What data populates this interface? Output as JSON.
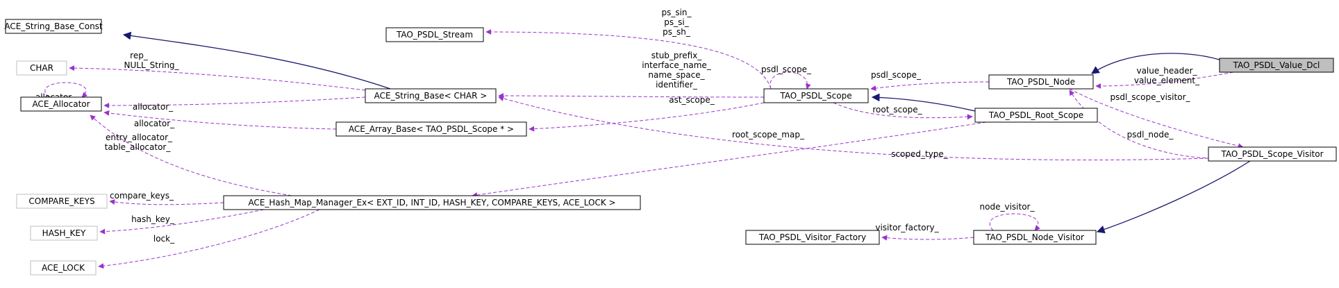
{
  "colors": {
    "background": "#ffffff",
    "node_border": "#000000",
    "node_border_external": "#bfbfbf",
    "highlight_fill": "#bfbfbf",
    "usage_edge": "#9a32cd",
    "inheritance_edge": "#191970"
  },
  "nodes": [
    {
      "id": "ascb",
      "label": "ACE_String_Base_Const"
    },
    {
      "id": "char",
      "label": "CHAR",
      "external": true
    },
    {
      "id": "alloc",
      "label": "ACE_Allocator"
    },
    {
      "id": "ck",
      "label": "COMPARE_KEYS",
      "external": true
    },
    {
      "id": "hk",
      "label": "HASH_KEY",
      "external": true
    },
    {
      "id": "lock",
      "label": "ACE_LOCK",
      "external": true
    },
    {
      "id": "stream",
      "label": "TAO_PSDL_Stream"
    },
    {
      "id": "asb",
      "label": "ACE_String_Base< CHAR >"
    },
    {
      "id": "aab",
      "label": "ACE_Array_Base< TAO_PSDL_Scope * >"
    },
    {
      "id": "hmm",
      "label": "ACE_Hash_Map_Manager_Ex< EXT_ID, INT_ID, HASH_KEY, COMPARE_KEYS, ACE_LOCK >"
    },
    {
      "id": "scope",
      "label": "TAO_PSDL_Scope"
    },
    {
      "id": "node",
      "label": "TAO_PSDL_Node"
    },
    {
      "id": "valdcl",
      "label": "TAO_PSDL_Value_Dcl",
      "highlight": true
    },
    {
      "id": "root",
      "label": "TAO_PSDL_Root_Scope"
    },
    {
      "id": "sv",
      "label": "TAO_PSDL_Scope_Visitor"
    },
    {
      "id": "vf",
      "label": "TAO_PSDL_Visitor_Factory"
    },
    {
      "id": "nv",
      "label": "TAO_PSDL_Node_Visitor"
    }
  ],
  "edges": [
    {
      "kind": "inherit",
      "from": "asb",
      "to": "ascb",
      "label": []
    },
    {
      "kind": "inherit",
      "from": "root",
      "to": "scope",
      "label": []
    },
    {
      "kind": "inherit",
      "from": "valdcl",
      "to": "node",
      "label": []
    },
    {
      "kind": "inherit",
      "from": "sv",
      "to": "nv",
      "label": []
    },
    {
      "kind": "use",
      "from": "asb",
      "to": "char",
      "label": [
        "rep_",
        "NULL_String_"
      ]
    },
    {
      "kind": "use",
      "from": "alloc",
      "to": "alloc",
      "label": [
        "allocator_"
      ]
    },
    {
      "kind": "use",
      "from": "asb",
      "to": "alloc",
      "label": [
        "allocator_"
      ]
    },
    {
      "kind": "use",
      "from": "aab",
      "to": "alloc",
      "label": [
        "allocator_"
      ]
    },
    {
      "kind": "use",
      "from": "hmm",
      "to": "alloc",
      "label": [
        "entry_allocator_",
        "table_allocator_"
      ]
    },
    {
      "kind": "use",
      "from": "hmm",
      "to": "ck",
      "label": [
        "compare_keys_"
      ]
    },
    {
      "kind": "use",
      "from": "hmm",
      "to": "hk",
      "label": [
        "hash_key_"
      ]
    },
    {
      "kind": "use",
      "from": "hmm",
      "to": "lock",
      "label": [
        "lock_"
      ]
    },
    {
      "kind": "use",
      "from": "scope",
      "to": "stream",
      "label": [
        "ps_sin_",
        "ps_si_",
        "ps_sh_"
      ]
    },
    {
      "kind": "use",
      "from": "scope",
      "to": "scope",
      "label": [
        "psdl_scope_"
      ]
    },
    {
      "kind": "use",
      "from": "scope",
      "to": "asb",
      "label": [
        "stub_prefix_",
        "interface_name_",
        "name_space_",
        "identifier_"
      ]
    },
    {
      "kind": "use",
      "from": "scope",
      "to": "aab",
      "label": [
        "ast_scope_"
      ]
    },
    {
      "kind": "use",
      "from": "node",
      "to": "scope",
      "label": [
        "psdl_scope_"
      ]
    },
    {
      "kind": "use",
      "from": "valdcl",
      "to": "node",
      "label": [
        "value_header_",
        "value_element_"
      ]
    },
    {
      "kind": "use",
      "from": "scope",
      "to": "root",
      "label": [
        "root_scope_"
      ]
    },
    {
      "kind": "use",
      "from": "root",
      "to": "hmm",
      "label": [
        "root_scope_map_"
      ]
    },
    {
      "kind": "use",
      "from": "node",
      "to": "sv",
      "label": [
        "psdl_scope_visitor_"
      ]
    },
    {
      "kind": "use",
      "from": "sv",
      "to": "node",
      "label": [
        "psdl_node_"
      ]
    },
    {
      "kind": "use",
      "from": "sv",
      "to": "asb",
      "label": [
        "scoped_type_"
      ]
    },
    {
      "kind": "use",
      "from": "nv",
      "to": "nv",
      "label": [
        "node_visitor_"
      ]
    },
    {
      "kind": "use",
      "from": "nv",
      "to": "vf",
      "label": [
        "visitor_factory_"
      ]
    }
  ]
}
